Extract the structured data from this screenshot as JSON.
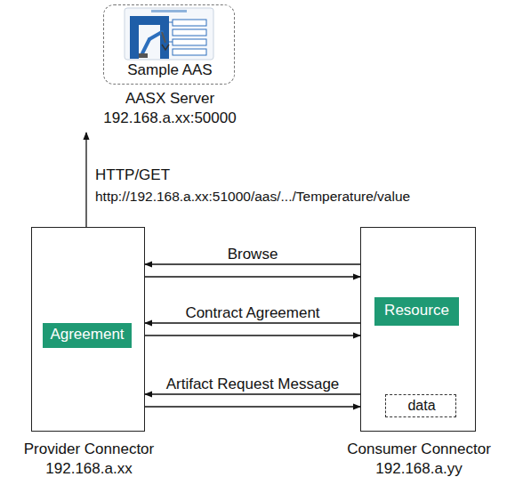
{
  "diagram": {
    "nodes": [
      {
        "text": [
          "Sample AAS",
          "AASX Server",
          "192.168.a.xx:50000"
        ]
      },
      {
        "text": [
          "Provider Connector",
          "192.168.a.xx"
        ]
      },
      {
        "text": [
          "Agreement"
        ],
        "in": 1
      },
      {
        "text": [
          "Consumer Connector",
          "192.168.a.yy"
        ]
      },
      {
        "text": [
          "Resource"
        ],
        "in": 3
      },
      {
        "text": [
          "data"
        ],
        "in": 3
      }
    ],
    "edges": [
      {
        "from": 1,
        "to": 0,
        "arrow": "to",
        "label": "HTTP/GET"
      },
      {
        "from": 3,
        "to": 1,
        "arrow": "to",
        "label": "Browse"
      },
      {
        "from": 1,
        "to": 3,
        "arrow": "to"
      },
      {
        "from": 3,
        "to": 1,
        "arrow": "to",
        "label": "Contract Agreement"
      },
      {
        "from": 1,
        "to": 3,
        "arrow": "to"
      },
      {
        "from": 3,
        "to": 1,
        "arrow": "to",
        "label": "Artifact Request Message"
      },
      {
        "from": 1,
        "to": 3,
        "arrow": "to"
      },
      {
        "from": 4,
        "to": 5,
        "arrow": "none"
      }
    ],
    "labels": [
      "http://192.168.a.xx:51000/aas/.../Temperature/value"
    ]
  }
}
